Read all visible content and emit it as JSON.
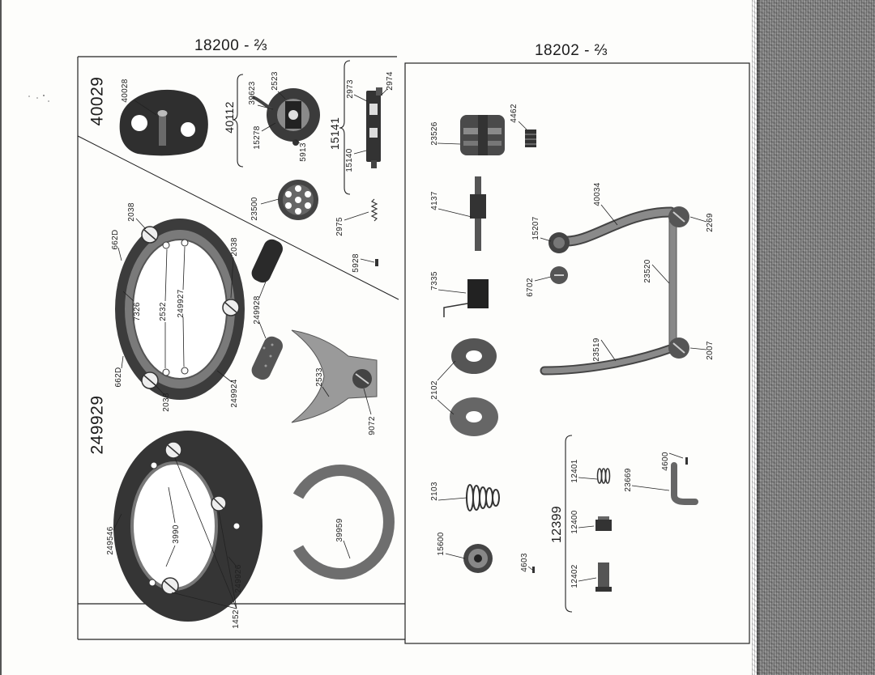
{
  "headings": {
    "left": "18200 - ⅔",
    "right": "18202 - ⅔"
  },
  "left_panel": {
    "assemblies": [
      "40029",
      "40112",
      "15141",
      "249929"
    ],
    "parts": [
      "40028",
      "39623",
      "2523",
      "15278",
      "5913",
      "2973",
      "2974",
      "15140",
      "23500",
      "2975",
      "5928",
      "2038",
      "662D",
      "2038",
      "7326",
      "2532",
      "249927",
      "249928",
      "662D",
      "2038",
      "249924",
      "2533",
      "9072",
      "249546",
      "3990",
      "249926",
      "1452",
      "39959"
    ]
  },
  "right_panel": {
    "assemblies": [
      "12399"
    ],
    "parts": [
      "23526",
      "4462",
      "4137",
      "40034",
      "15207",
      "2269",
      "7335",
      "6702",
      "23520",
      "23519",
      "2007",
      "2102",
      "2103",
      "12401",
      "23669",
      "4600",
      "15600",
      "12400",
      "4603",
      "12402"
    ]
  }
}
